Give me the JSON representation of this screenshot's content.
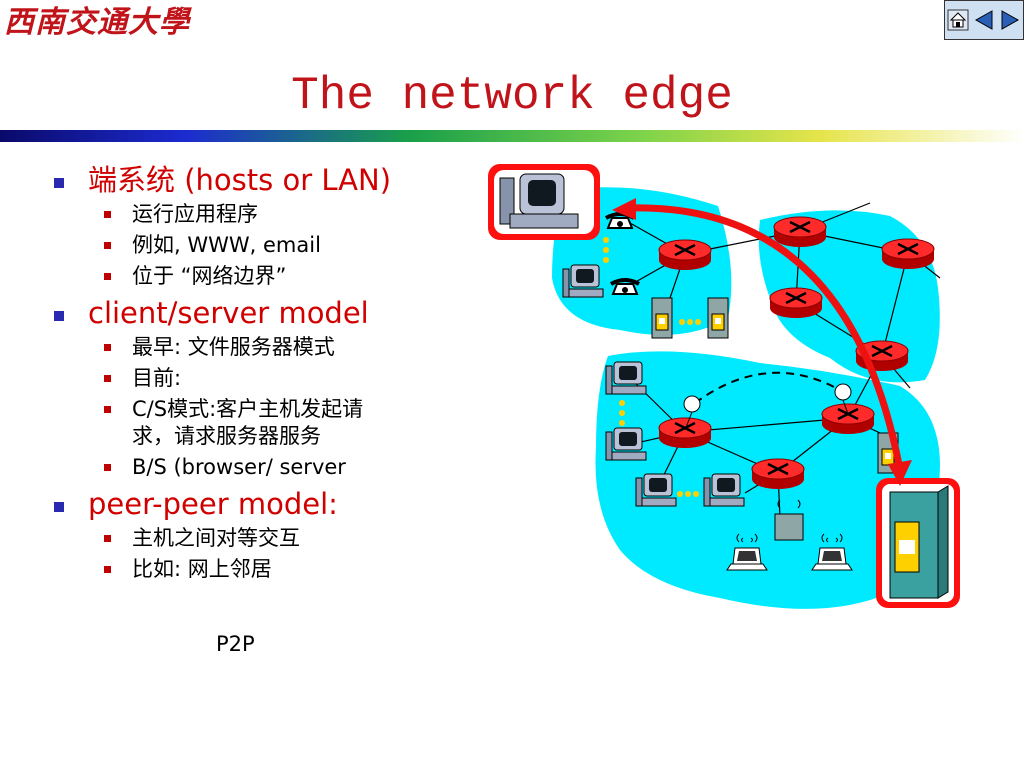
{
  "header": {
    "logo_text": "西南交通大學",
    "title": "The network edge"
  },
  "nav": {
    "home_icon": "home-icon",
    "prev_icon": "triangle-left-icon",
    "next_icon": "triangle-right-icon"
  },
  "bullets": {
    "end_systems": "端系统 (hosts or LAN)",
    "end_sub1": "运行应用程序",
    "end_sub2": "例如, WWW, email",
    "end_sub3": "位于 “网络边界”",
    "cs_model": "client/server model",
    "cs_sub1": "最早: 文件服务器模式",
    "cs_sub2": "目前:",
    "cs_sub3a": "C/S模式:客户主机发起请",
    "cs_sub3b": "求，请求服务器服务",
    "cs_sub4": "B/S (browser/ server",
    "p2p_model": "peer-peer model:",
    "p2p_sub1": "主机之间对等交互",
    "p2p_sub2": "比如: 网上邻居",
    "p2p_tail": "P2P"
  },
  "colors": {
    "accent_red": "#c0141a",
    "bullet_blue": "#2a2ab0",
    "network_cyan": "#00eaff",
    "router_red": "#e8111a"
  }
}
